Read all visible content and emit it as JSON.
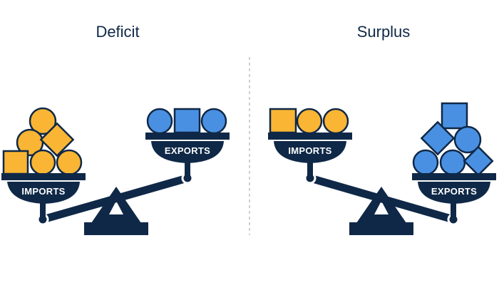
{
  "panels": {
    "deficit": {
      "title": "Deficit",
      "heavy_pan_label": "IMPORTS",
      "light_pan_label": "EXPORTS"
    },
    "surplus": {
      "title": "Surplus",
      "light_pan_label": "IMPORTS",
      "heavy_pan_label": "EXPORTS"
    }
  },
  "colors": {
    "navy": "#0f2847",
    "imports_yellow": "#f9b533",
    "exports_blue": "#4a90e2",
    "divider": "#bfbfbf"
  }
}
